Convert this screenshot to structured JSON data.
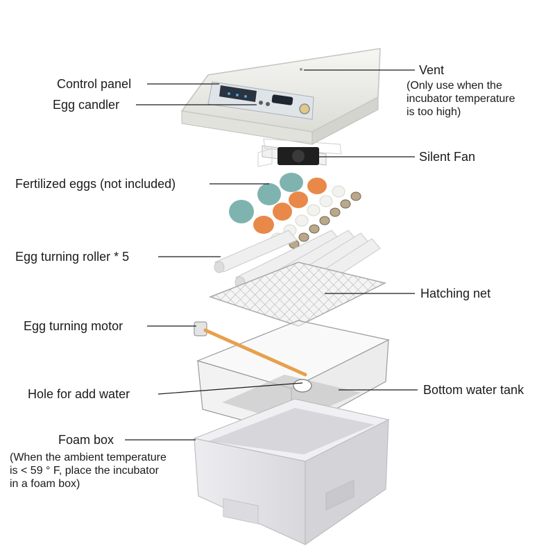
{
  "labels": {
    "control_panel": "Control panel",
    "egg_candler": "Egg candler",
    "vent": "Vent",
    "vent_note": [
      "(Only use when the",
      "incubator temperature",
      "is too high)"
    ],
    "silent_fan": "Silent Fan",
    "fertilized_eggs": "Fertilized eggs (not included)",
    "egg_turning_roller": "Egg turning roller * 5",
    "hatching_net": "Hatching net",
    "egg_turning_motor": "Egg turning motor",
    "hole_for_water": "Hole for add water",
    "bottom_water_tank": "Bottom water tank",
    "foam_box": "Foam box",
    "foam_box_note": [
      "(When the ambient temperature",
      "is < 59 ° F, place the incubator",
      "in a foam box)"
    ]
  },
  "colors": {
    "lid": "#eeeeea",
    "panel": "#cfd6dc",
    "blue_egg": "#7fb3b0",
    "orange_egg": "#e8894a",
    "white_egg": "#f2f2ee",
    "quail_egg": "#b9a98a",
    "roller": "#eeeeee",
    "rod": "#e8a04a",
    "foam": "#e6e6e9",
    "tank": "#c8c8c8"
  }
}
